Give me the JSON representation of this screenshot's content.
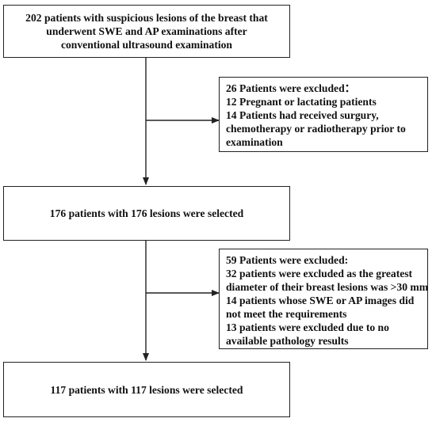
{
  "boxes": {
    "top": [
      "202 patients with suspicious lesions of the breast that",
      "underwent SWE and AP examinations after",
      "conventional ultrasound examination"
    ],
    "excluded1": [
      "26 Patients were excluded：",
      "12 Pregnant or lactating patients",
      "14 Patients had received surgury,",
      "chemotherapy or radiotherapy prior to",
      "examination"
    ],
    "middle": [
      "176 patients with 176 lesions were selected"
    ],
    "excluded2": [
      "59 Patients were excluded:",
      "32 patients were excluded as the greatest",
      "diameter of their breast lesions was >30 mm",
      "14 patients whose SWE or AP images did",
      "not meet the requirements",
      "13 patients were excluded due to no",
      "available pathology results"
    ],
    "bottom": [
      "117 patients with 117 lesions were selected"
    ]
  },
  "colors": {
    "stroke": "#222222",
    "text": "#111111"
  }
}
